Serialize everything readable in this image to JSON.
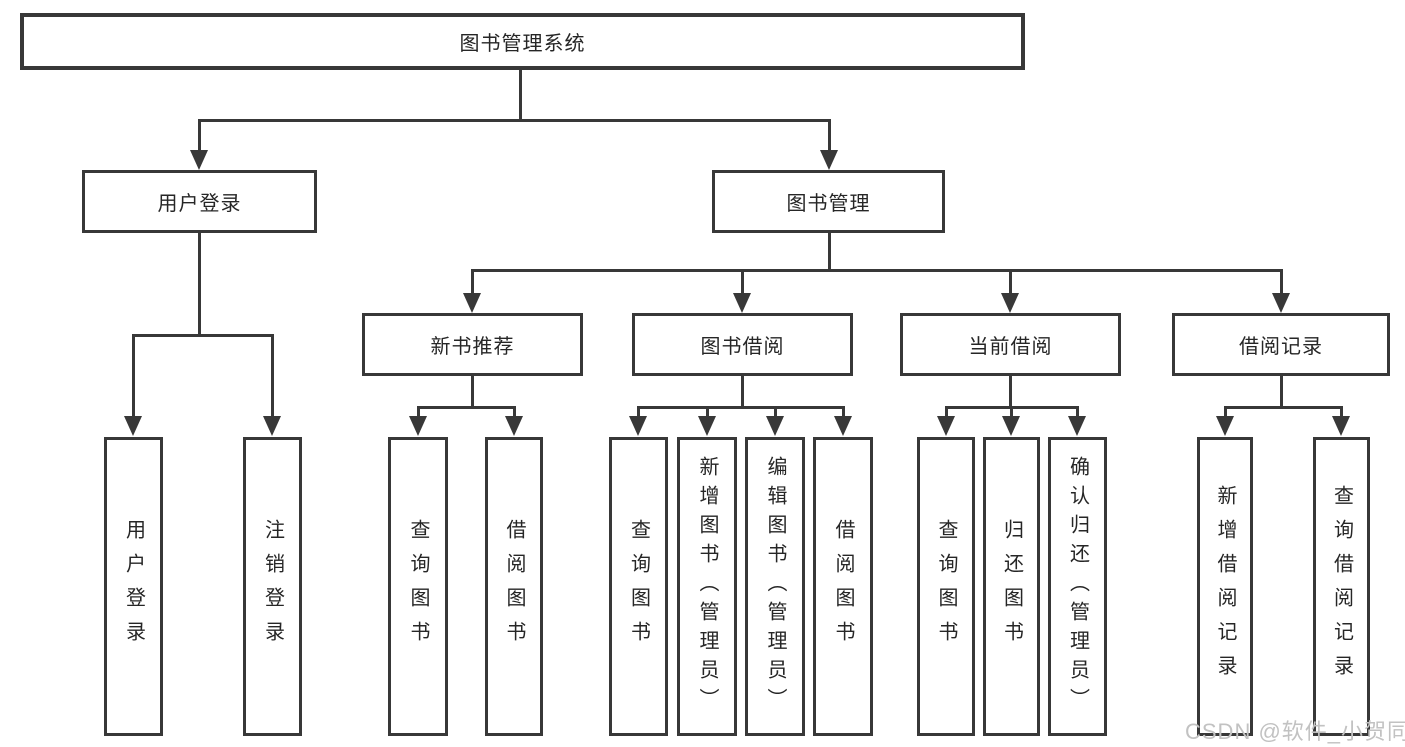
{
  "tree": {
    "label": "图书管理系统",
    "children": [
      {
        "label": "用户登录",
        "children": [
          {
            "label": "用户登录"
          },
          {
            "label": "注销登录"
          }
        ]
      },
      {
        "label": "图书管理",
        "children": [
          {
            "label": "新书推荐",
            "children": [
              {
                "label": "查询图书"
              },
              {
                "label": "借阅图书"
              }
            ]
          },
          {
            "label": "图书借阅",
            "children": [
              {
                "label": "查询图书"
              },
              {
                "label": "新增图书（管理员）"
              },
              {
                "label": "编辑图书（管理员）"
              },
              {
                "label": "借阅图书"
              }
            ]
          },
          {
            "label": "当前借阅",
            "children": [
              {
                "label": "查询图书"
              },
              {
                "label": "归还图书"
              },
              {
                "label": "确认归还（管理员）"
              }
            ]
          },
          {
            "label": "借阅记录",
            "children": [
              {
                "label": "新增借阅记录"
              },
              {
                "label": "查询借阅记录"
              }
            ]
          }
        ]
      }
    ]
  },
  "watermark": "CSDN @软件_小贺同学",
  "colors": {
    "line": "#383838",
    "text": "#262626",
    "watermark": "#c2c2c2",
    "background": "#ffffff"
  }
}
